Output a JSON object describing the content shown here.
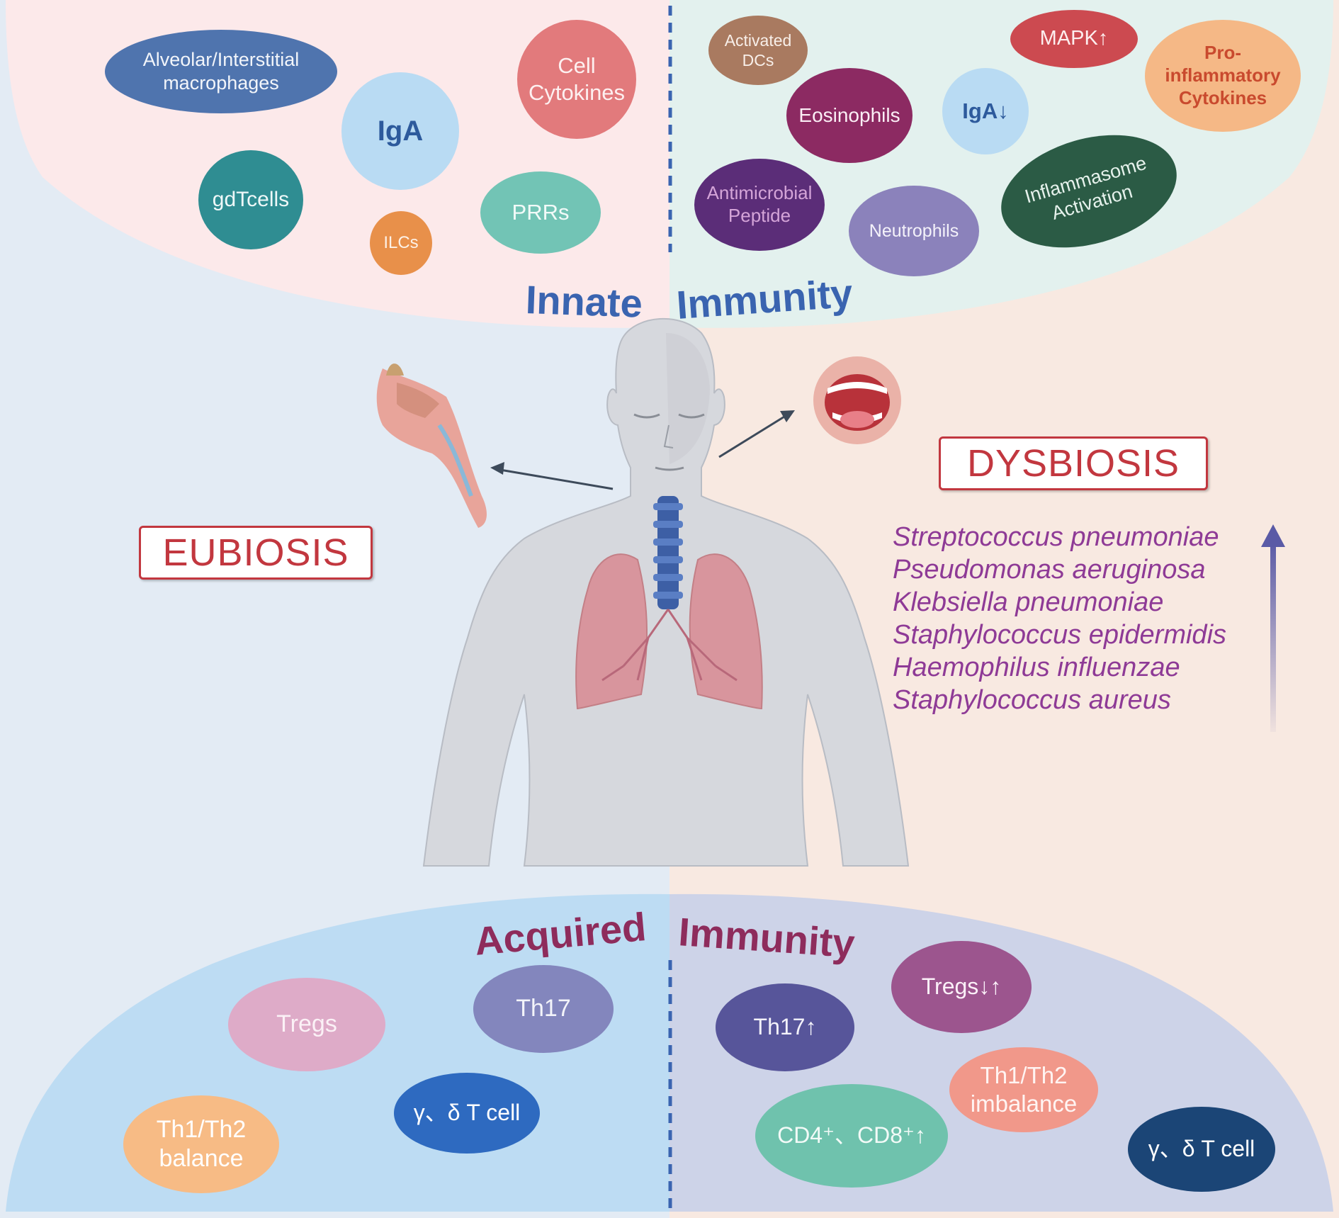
{
  "innate": {
    "title_left": "Innate",
    "title_right": "Immunity",
    "eubiosis_cells": [
      {
        "label": "Alveolar/Interstitial macrophages"
      },
      {
        "label": "IgA"
      },
      {
        "label": "Cell Cytokines"
      },
      {
        "label": "gdTcells"
      },
      {
        "label": "PRRs"
      },
      {
        "label": "ILCs"
      }
    ],
    "dysbiosis_cells": [
      {
        "label": "Activated DCs"
      },
      {
        "label": "MAPK↑"
      },
      {
        "label": "Pro-inflammatory Cytokines"
      },
      {
        "label": "Eosinophils"
      },
      {
        "label": "IgA↓"
      },
      {
        "label": "Antimicrobial Peptide"
      },
      {
        "label": "Neutrophils"
      },
      {
        "label": "Inflammasome Activation"
      }
    ]
  },
  "eubiosis": {
    "label": "EUBIOSIS"
  },
  "dysbiosis": {
    "label": "DYSBIOSIS",
    "species": [
      "Streptococcus pneumoniae",
      "Pseudomonas aeruginosa",
      "Klebsiella pneumoniae",
      "Staphylococcus epidermidis",
      "Haemophilus influenzae",
      "Staphylococcus aureus"
    ]
  },
  "acquired": {
    "title_left": "Acquired",
    "title_right": "Immunity",
    "eubiosis_cells": [
      {
        "label": "Tregs"
      },
      {
        "label": "Th17"
      },
      {
        "label": "γ、δ T cell"
      },
      {
        "label": "Th1/Th2 balance"
      }
    ],
    "dysbiosis_cells": [
      {
        "label": "Tregs↓↑"
      },
      {
        "label": "Th17↑"
      },
      {
        "label": "Th1/Th2 imbalance"
      },
      {
        "label": "CD4⁺、CD8⁺↑"
      },
      {
        "label": "γ、δ T cell"
      }
    ]
  },
  "colors": {
    "eubiosis_bg": "#e3ebf4",
    "dysbiosis_bg": "#f8e9e1",
    "innate_left_bg": "#fce9ea",
    "innate_right_bg": "#e3f1ee",
    "acquired_left_bg": "#bddcf3",
    "acquired_right_bg": "#cdd3e8",
    "innate_title": "#3a64b0",
    "acquired_title": "#8e2c5c",
    "label_box": "#c2373f",
    "species_text": "#8e3a96",
    "arrow": "#5a5aa6"
  }
}
